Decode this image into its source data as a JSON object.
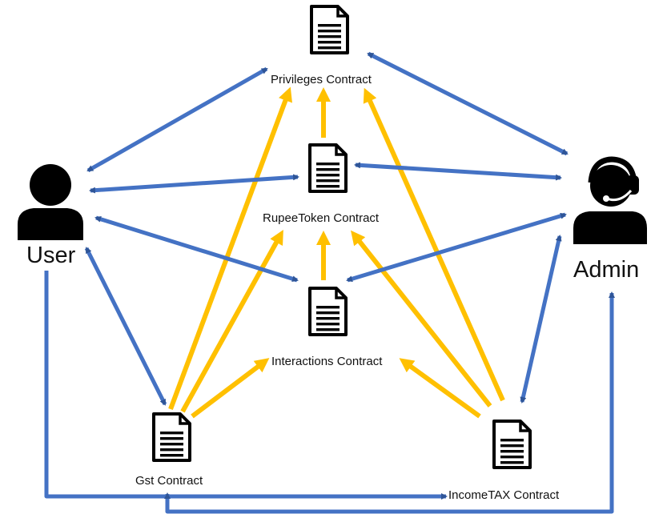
{
  "colors": {
    "blue_arrow": "#4472C4",
    "yellow_arrow": "#FFC000",
    "icon": "#000000"
  },
  "actors": {
    "user": {
      "label": "User",
      "icon": "person-icon"
    },
    "admin": {
      "label": "Admin",
      "icon": "headset-person-icon"
    }
  },
  "contracts": {
    "privileges": {
      "label": "Privileges Contract",
      "icon": "document-icon"
    },
    "rupeetoken": {
      "label": "RupeeToken Contract",
      "icon": "document-icon"
    },
    "interactions": {
      "label": "Interactions Contract",
      "icon": "document-icon"
    },
    "gst": {
      "label": "Gst Contract",
      "icon": "document-icon"
    },
    "incometax": {
      "label": "IncomeTAX Contract",
      "icon": "document-icon"
    }
  },
  "edges": [
    {
      "from": "user",
      "to": "privileges",
      "kind": "blue",
      "direction": "both"
    },
    {
      "from": "user",
      "to": "rupeetoken",
      "kind": "blue",
      "direction": "both"
    },
    {
      "from": "user",
      "to": "interactions",
      "kind": "blue",
      "direction": "both"
    },
    {
      "from": "user",
      "to": "gst",
      "kind": "blue",
      "direction": "both"
    },
    {
      "from": "admin",
      "to": "privileges",
      "kind": "blue",
      "direction": "both"
    },
    {
      "from": "admin",
      "to": "rupeetoken",
      "kind": "blue",
      "direction": "both"
    },
    {
      "from": "admin",
      "to": "interactions",
      "kind": "blue",
      "direction": "both"
    },
    {
      "from": "admin",
      "to": "incometax",
      "kind": "blue",
      "direction": "both"
    },
    {
      "from": "user",
      "to": "incometax",
      "kind": "blue",
      "direction": "forward",
      "routed": true
    },
    {
      "from": "admin",
      "to": "gst",
      "kind": "blue",
      "direction": "both",
      "routed": true
    },
    {
      "from": "rupeetoken",
      "to": "privileges",
      "kind": "yellow",
      "direction": "forward"
    },
    {
      "from": "interactions",
      "to": "rupeetoken",
      "kind": "yellow",
      "direction": "forward"
    },
    {
      "from": "gst",
      "to": "privileges",
      "kind": "yellow",
      "direction": "forward"
    },
    {
      "from": "gst",
      "to": "rupeetoken",
      "kind": "yellow",
      "direction": "forward"
    },
    {
      "from": "gst",
      "to": "interactions",
      "kind": "yellow",
      "direction": "forward"
    },
    {
      "from": "incometax",
      "to": "privileges",
      "kind": "yellow",
      "direction": "forward"
    },
    {
      "from": "incometax",
      "to": "rupeetoken",
      "kind": "yellow",
      "direction": "forward"
    },
    {
      "from": "incometax",
      "to": "interactions",
      "kind": "yellow",
      "direction": "forward"
    }
  ]
}
